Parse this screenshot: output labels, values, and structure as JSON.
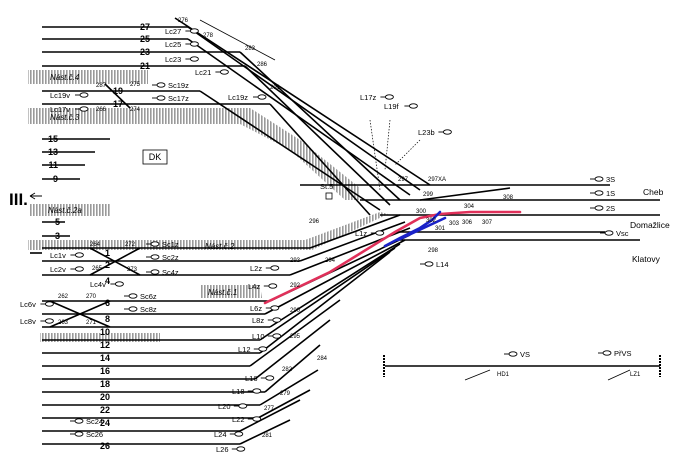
{
  "tracks": [
    "27",
    "25",
    "23",
    "21",
    "19",
    "17",
    "15",
    "13",
    "11",
    "9",
    "5",
    "3",
    "1",
    "2",
    "4",
    "6",
    "8",
    "10",
    "12",
    "14",
    "16",
    "18",
    "20",
    "22",
    "24",
    "26"
  ],
  "signals": [
    "Lc27",
    "Lc25",
    "Lc23",
    "Lc21",
    "Lc19v",
    "Sc19z",
    "Lc17v",
    "Sc17z",
    "Lc19z",
    "Lc1v",
    "Sc1z",
    "Lc2v",
    "Sc2z",
    "Sc4z",
    "Lc4v",
    "Sc6z",
    "Lc6v",
    "Sc8z",
    "Lc8v",
    "L2z",
    "L4z",
    "L6z",
    "L8z",
    "L10",
    "L12",
    "L16",
    "L18",
    "L20",
    "L22",
    "L24",
    "L26",
    "L1z",
    "L17z",
    "L19f",
    "L23b",
    "L14",
    "Sc24",
    "Sc26",
    "3S",
    "1S",
    "2S",
    "Vsc",
    "VS",
    "PřVS"
  ],
  "points": [
    "276",
    "278",
    "283",
    "286",
    "291",
    "287",
    "275",
    "266",
    "274",
    "264",
    "272",
    "265",
    "273",
    "262",
    "270",
    "263",
    "271",
    "293",
    "294",
    "292",
    "290",
    "295",
    "296",
    "297",
    "297XA",
    "299",
    "300",
    "301",
    "302",
    "303",
    "304",
    "306",
    "307",
    "308",
    "298",
    "284",
    "282",
    "279",
    "277",
    "281",
    "HD1",
    "LZ1"
  ],
  "platforms": [
    "Nást.č.4",
    "Nást.č.3",
    "Nást.č.2a",
    "Nást.č.2",
    "Nást.č.1"
  ],
  "directions": [
    "Cheb",
    "Domažlice",
    "Klatovy"
  ],
  "building": "DK",
  "station_id": "St.5",
  "station_mark": "III.",
  "colors": {
    "red_route": "#e0305a",
    "blue_route": "#1a22c8"
  }
}
